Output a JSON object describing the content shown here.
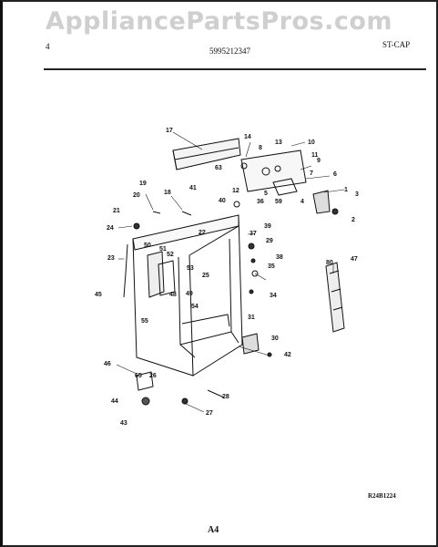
{
  "watermark": "AppliancePartsPros.com",
  "header": {
    "page_number": "4",
    "part_number": "5995212347",
    "section": "ST-CAP"
  },
  "footer": {
    "ref_code": "R24B1224",
    "page_label": "A4"
  },
  "callouts": [
    "1",
    "2",
    "3",
    "4",
    "5",
    "6",
    "7",
    "8",
    "9",
    "10",
    "11",
    "12",
    "13",
    "14",
    "17",
    "18",
    "19",
    "20",
    "21",
    "22",
    "23",
    "24",
    "25",
    "26",
    "27",
    "28",
    "29",
    "30",
    "31",
    "34",
    "35",
    "36",
    "37",
    "38",
    "39",
    "40",
    "41",
    "42",
    "43",
    "44",
    "45",
    "46",
    "47",
    "48",
    "49",
    "50",
    "51",
    "52",
    "53",
    "54",
    "55",
    "59",
    "63",
    "65",
    "80"
  ]
}
